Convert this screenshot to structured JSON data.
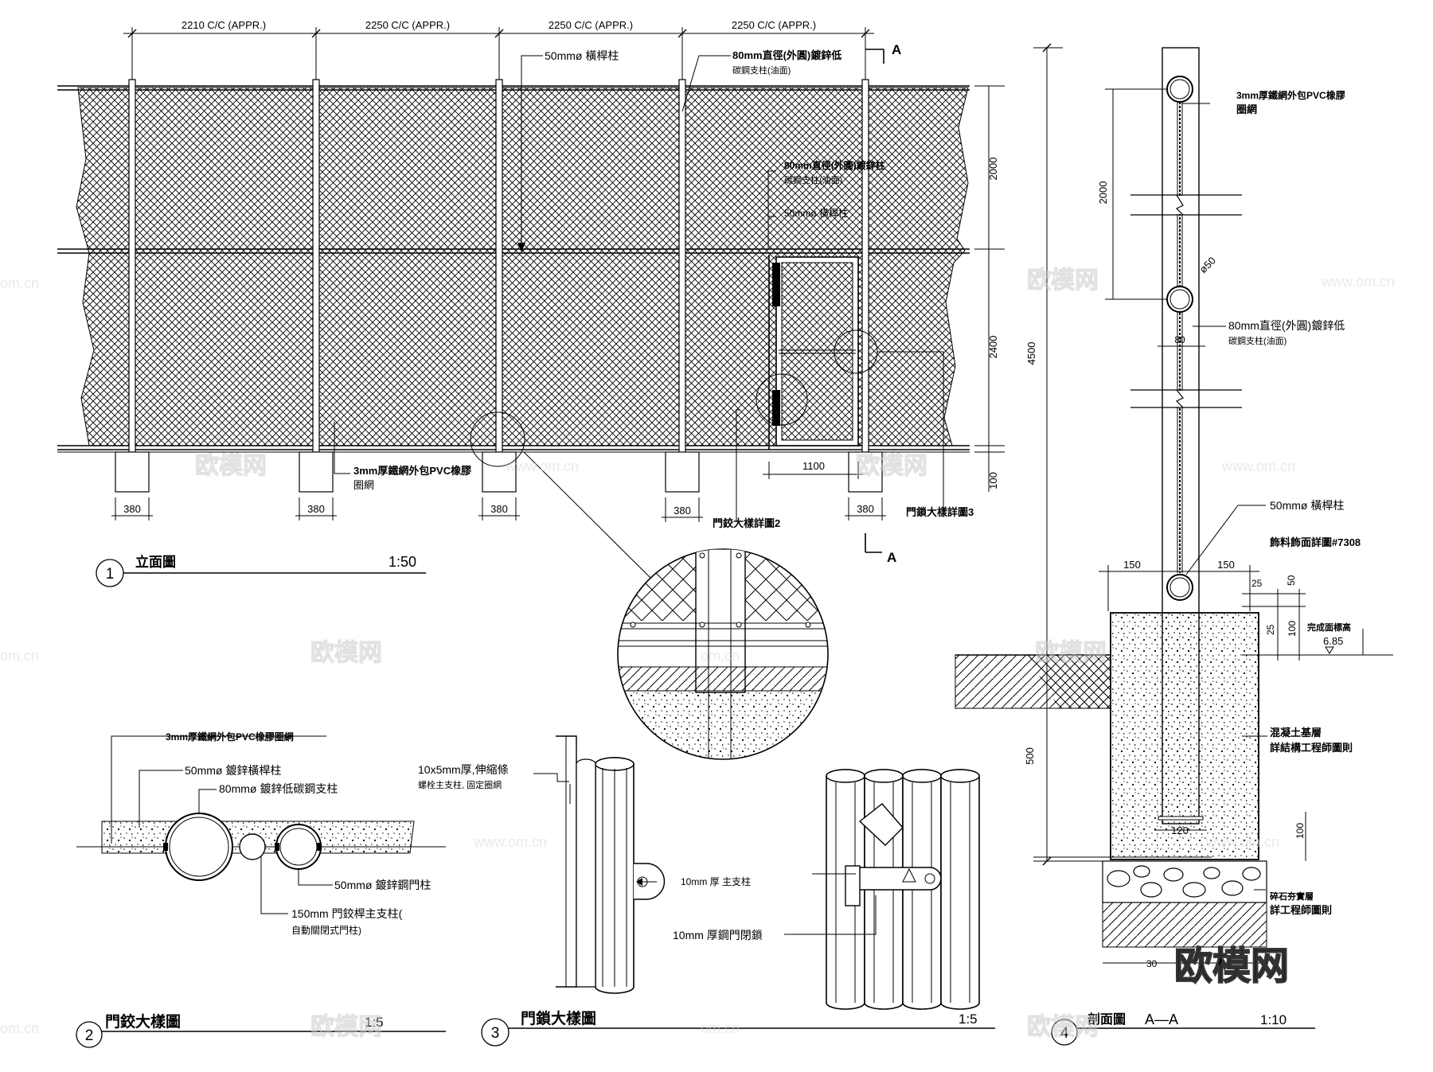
{
  "elevation": {
    "spacing_labels": [
      "2210 C/C (APPR.)",
      "2250 C/C (APPR.)",
      "2250 C/C (APPR.)",
      "2250 C/C (APPR.)"
    ],
    "section_marker": "A",
    "label_rail_50": "50mmø 橫桿柱",
    "label_post_80_line1": "80mm直徑(外圓)鍍鋅低",
    "label_post_80_line2": "碳鋼支柱(油面)",
    "label_gate_post_line1": "80mm直徑(外圓)鍍鋅柱",
    "label_gate_post_line2": "碳鋼支柱(油面)",
    "label_gate_rail": "50mmø 橫桿柱",
    "label_mesh_line1": "3mm厚鐵網外包PVC橡膠",
    "label_mesh_line2": "圈網",
    "dim_2000": "2000",
    "dim_2400": "2400",
    "dim_100": "100",
    "footing_dims": [
      "380",
      "380",
      "380",
      "380",
      "380"
    ],
    "gate_width": "1100",
    "hinge_ref": "門鉸大樣詳圖2",
    "lock_ref": "門鎖大樣詳圖3",
    "title_no": "1",
    "title": "立面圖",
    "scale": "1:50"
  },
  "hinge_detail": {
    "label_mesh": "3mm厚鐵網外包PVC橡膠圈網",
    "label_rail": "50mmø 鍍鋅橫桿柱",
    "label_post": "80mmø 鍍鋅低碳鋼支柱",
    "label_gate": "50mmø 鍍鋅鋼門柱",
    "label_hinge_line1": "150mm 門鉸桿主支柱(",
    "label_hinge_line2": "自動關閉式門柱)",
    "title_no": "2",
    "title": "門鉸大樣圖",
    "scale": "1:5"
  },
  "lock_detail": {
    "label_band_line1": "10x5mm厚,伸縮條",
    "label_band_line2": "螺栓主支柱, 固定圈網",
    "label_plate": "10mm 厚 主支柱",
    "label_lock": "10mm 厚鋼門閉鎖",
    "title_no": "3",
    "title": "門鎖大樣圖",
    "scale": "1:5"
  },
  "section": {
    "label_mesh_line1": "3mm厚鐵網外包PVC橡膠",
    "label_mesh_line2": "圈網",
    "dim_2000": "2000",
    "dim_4500": "4500",
    "dim_500": "500",
    "dim_100_bottom": "100",
    "dia_50": "ø50",
    "label_post_line1": "80mm直徑(外圓)鍍鋅低",
    "label_post_line2": "碳鋼支柱(油面)",
    "dim_80": "80",
    "label_rail": "50mmø 橫桿柱",
    "label_finish": "飾料飾面詳圖#7308",
    "dim_150_left": "150",
    "dim_150_right": "150",
    "dim_25_top": "25",
    "dim_50": "50",
    "dim_25_side": "25",
    "dim_100_side": "100",
    "label_level": "完成面標高",
    "level_value": "6.85",
    "label_concrete_line1": "混凝土基層",
    "label_concrete_line2": "詳結構工程師圖則",
    "dim_120": "120",
    "label_gravel_line1": "碎石夯實層",
    "label_gravel_line2": "詳工程師圖則",
    "dim_30": "30",
    "title_no": "4",
    "title": "剖面圖",
    "section_name": "A—A",
    "scale": "1:10"
  },
  "watermark": {
    "logo_text": "欧模网",
    "url_text": "www.om.cn",
    "url_short": "om.cn"
  }
}
